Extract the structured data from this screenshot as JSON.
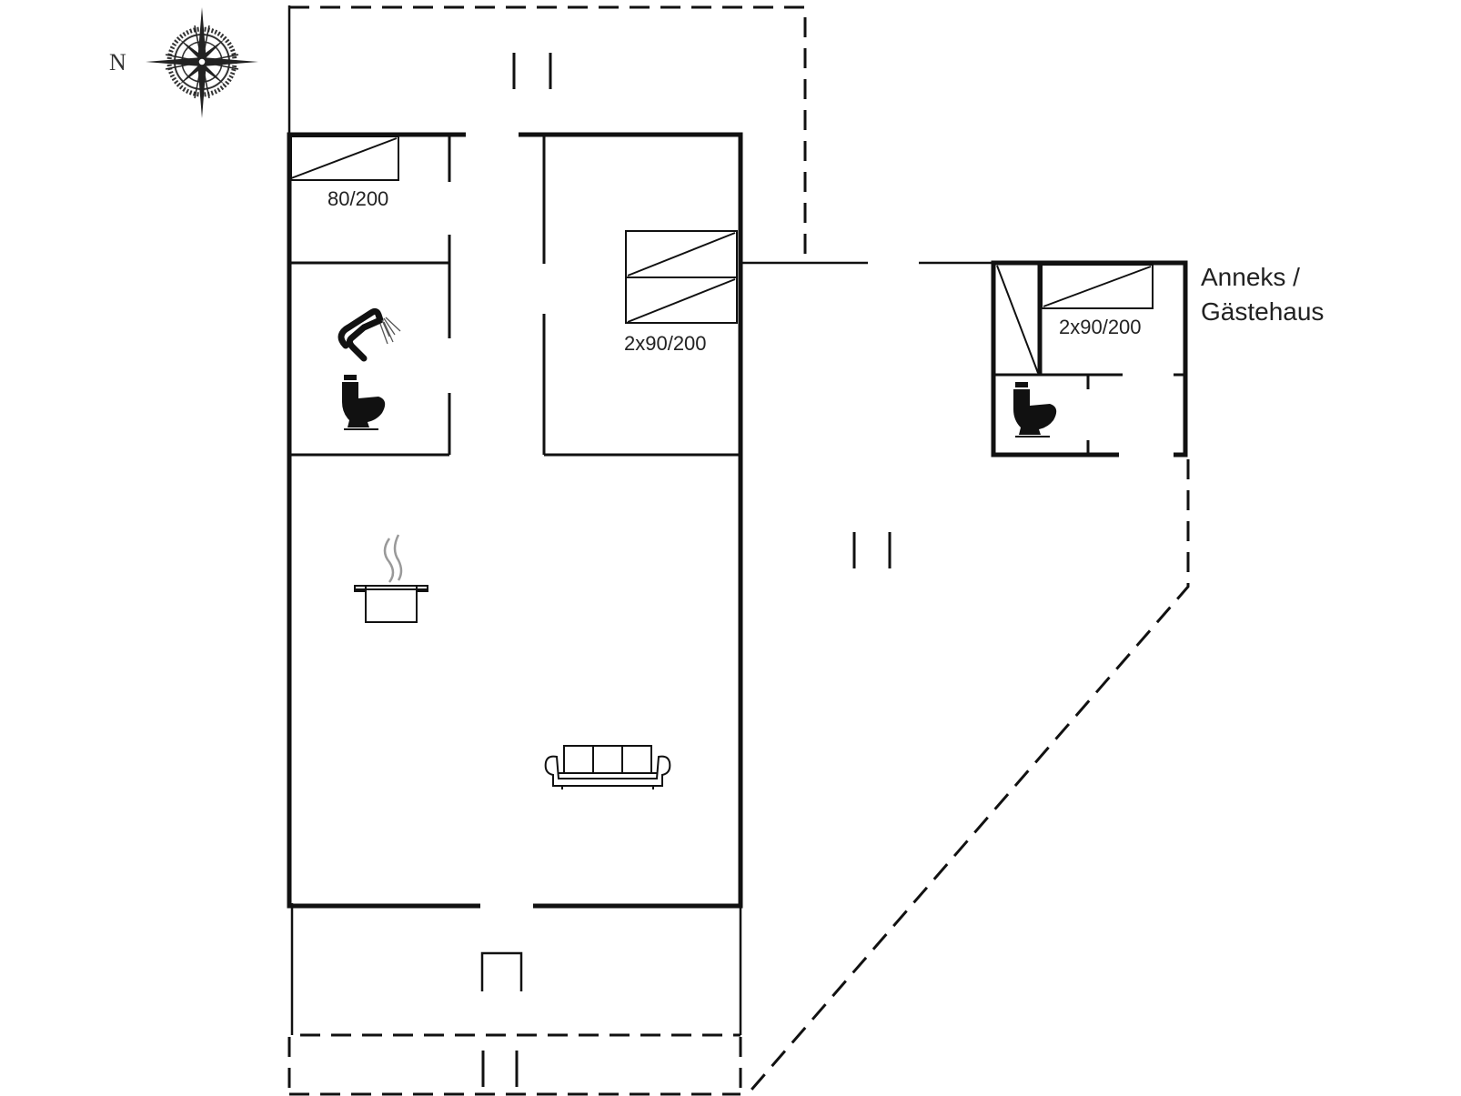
{
  "compass": {
    "north_label": "N",
    "icon": "compass-rose-icon"
  },
  "bed_labels": {
    "bedroom_1": "80/200",
    "bedroom_2": "2x90/200",
    "annex_bed": "2x90/200"
  },
  "annex": {
    "title_line1": "Anneks /",
    "title_line2": "Gästehaus"
  },
  "icons": {
    "shower": "shower-icon",
    "toilet_main": "toilet-icon",
    "toilet_annex": "toilet-icon",
    "kitchen": "cooking-pot-icon",
    "living": "sofa-icon"
  },
  "colors": {
    "lines": "#111111",
    "background": "#ffffff"
  }
}
